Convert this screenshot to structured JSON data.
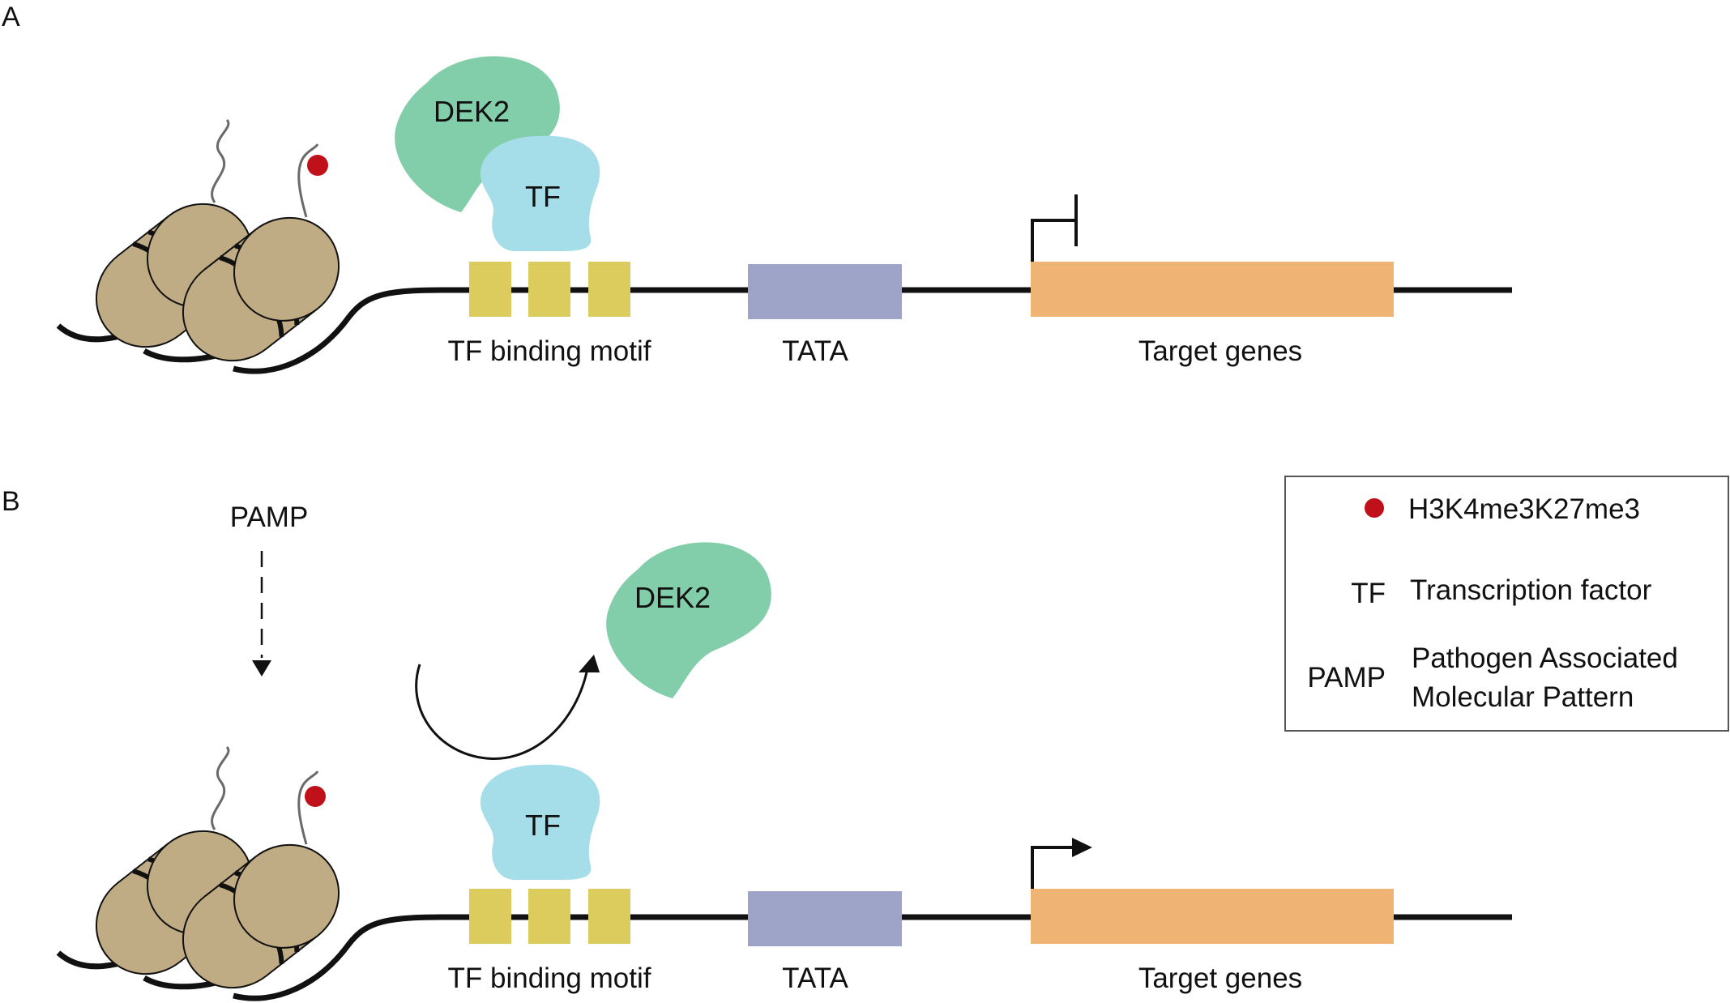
{
  "panels": {
    "a": {
      "panel_label": "A",
      "protein_dek2": "DEK2",
      "protein_tf": "TF",
      "motif_label": "TF binding motif",
      "tata_label": "TATA",
      "gene_label": "Target genes",
      "promoter_state": "repressed"
    },
    "b": {
      "panel_label": "B",
      "signal_label": "PAMP",
      "protein_dek2": "DEK2",
      "protein_tf": "TF",
      "motif_label": "TF binding motif",
      "tata_label": "TATA",
      "gene_label": "Target genes",
      "promoter_state": "active"
    }
  },
  "legend": {
    "items": [
      {
        "key": "",
        "icon": "red-dot-icon",
        "description": "H3K4me3K27me3"
      },
      {
        "key": "TF",
        "description": "Transcription factor"
      },
      {
        "key": "PAMP",
        "description_line1": "Pathogen Associated",
        "description_line2": "Molecular Pattern"
      }
    ]
  },
  "colors": {
    "nucleosome": "#bfab84",
    "histone_mark": "#c0101a",
    "dek2": "#82ceaa",
    "tf": "#a5dde9",
    "motif": "#dccc5e",
    "tata": "#9ea3c8",
    "gene": "#efb474",
    "dna": "#111111"
  }
}
